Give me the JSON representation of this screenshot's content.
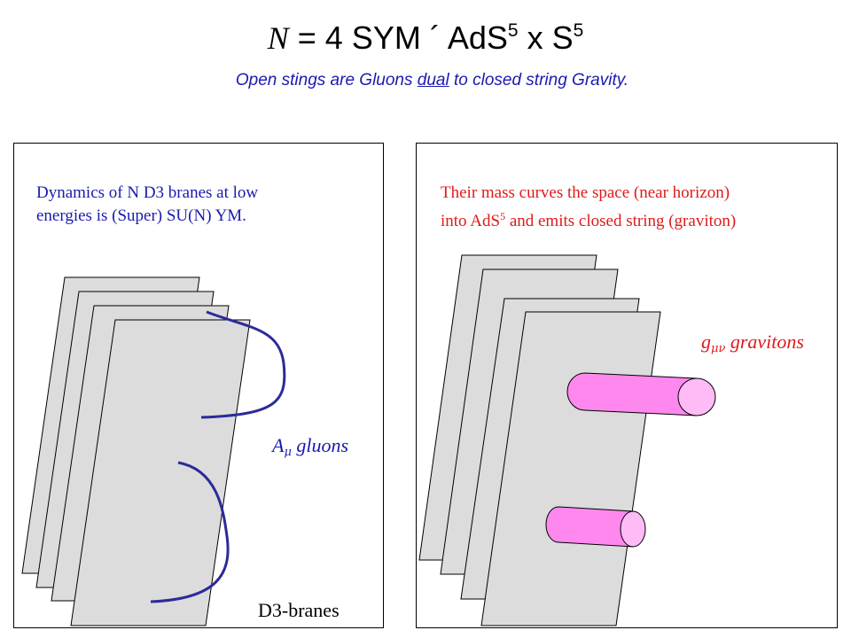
{
  "title": {
    "calN": "N",
    "rest": " = 4 SYM ´ AdS",
    "sup1": "5",
    "mid": " x S",
    "sup2": "5"
  },
  "subtitle": {
    "part1": "Open stings are Gluons ",
    "underlined": "dual",
    "part2": " to closed string Gravity."
  },
  "left_panel": {
    "caption_line1": "Dynamics of N D3 branes at low",
    "caption_line2": "energies is (Super) SU(N) YM.",
    "gluons_symbol": "A",
    "gluons_sub": "μ",
    "gluons_text": " gluons",
    "d3_label": "D3-branes"
  },
  "right_panel": {
    "caption_line1": "Their mass curves the  space (near horizon)",
    "caption_line2a": " into AdS",
    "caption_line2_sup": "5",
    "caption_line2b": " and emits closed string (graviton)",
    "gravitons_symbol": "g",
    "gravitons_sub": "μν",
    "gravitons_text": "  gravitons"
  },
  "colors": {
    "blue_text": "#1a1ab0",
    "red_text": "#e01a1a",
    "brane_fill": "#dcdcdc",
    "string_stroke": "#2b2b9a",
    "tube_fill": "#ff88ee",
    "tube_cap": "#ffbbf5"
  }
}
